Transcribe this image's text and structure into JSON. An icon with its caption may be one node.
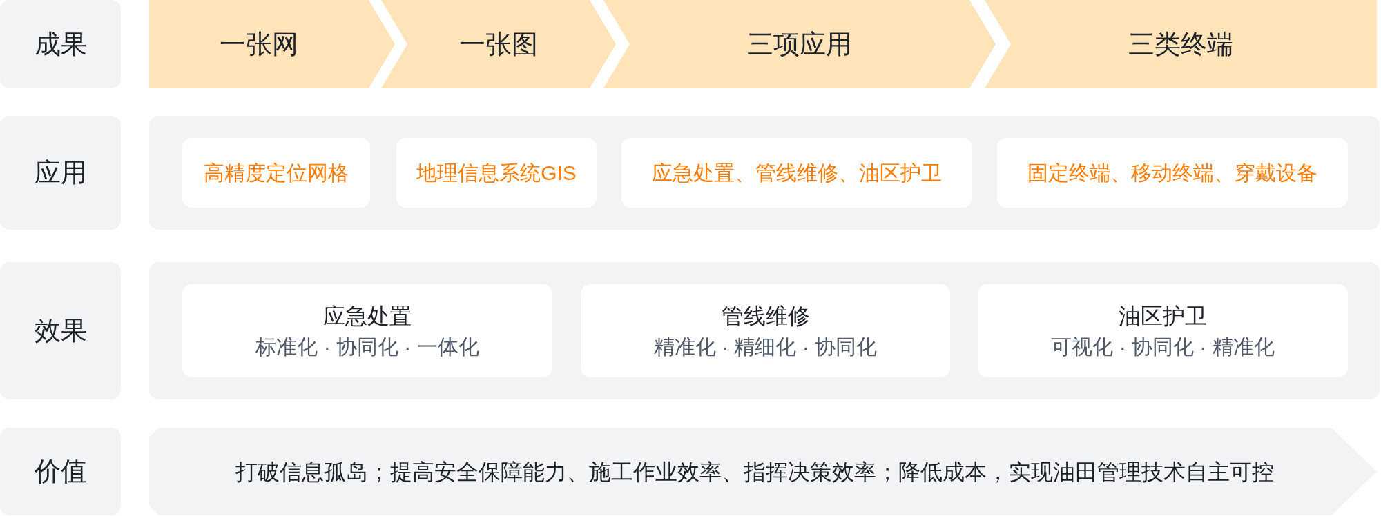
{
  "diagram": {
    "nodes": [
      {
        "text": [
          "成果"
        ]
      },
      {
        "text": [
          "一张网"
        ]
      },
      {
        "text": [
          "一张图"
        ]
      },
      {
        "text": [
          "三项应用"
        ]
      },
      {
        "text": [
          "三类终端"
        ]
      },
      {
        "text": [
          "应用"
        ]
      },
      {
        "text": [],
        "shape": "box"
      },
      {
        "text": [
          "高精度定位网格"
        ],
        "in": 6
      },
      {
        "text": [
          "地理信息系统GIS"
        ],
        "in": 6
      },
      {
        "text": [
          "应急处置、管线维修、油区护卫"
        ],
        "in": 6
      },
      {
        "text": [
          "固定终端、移动终端、穿戴设备"
        ],
        "in": 6
      },
      {
        "text": [
          "效果"
        ]
      },
      {
        "text": [],
        "shape": "box"
      },
      {
        "text": [
          "应急处置",
          "标准化 · 协同化 · 一体化"
        ],
        "in": 12
      },
      {
        "text": [
          "管线维修",
          "精准化 · 精细化 · 协同化"
        ],
        "in": 12
      },
      {
        "text": [
          "油区护卫",
          "可视化 · 协同化 · 精准化"
        ],
        "in": 12
      },
      {
        "text": [
          "价值"
        ]
      },
      {
        "text": [
          "打破信息孤岛；提高安全保障能力、施工作业效率、指挥决策效率；降低成本，实现油田管理技术自主可控"
        ]
      }
    ]
  }
}
